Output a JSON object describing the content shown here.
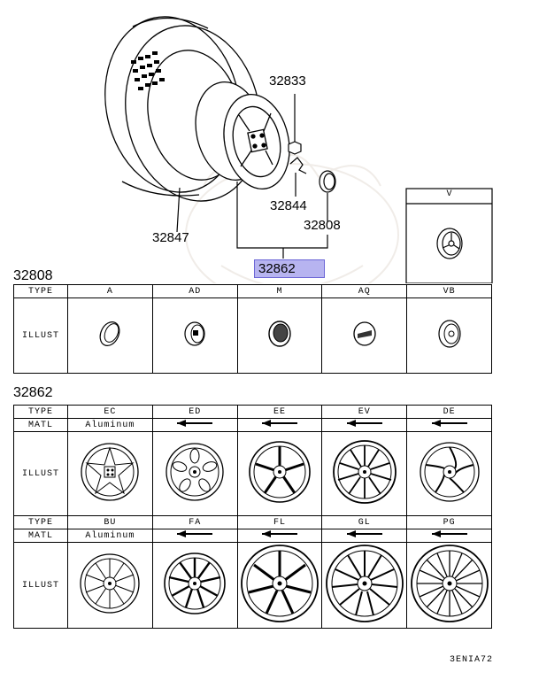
{
  "callouts": {
    "p32833": "32833",
    "p32844": "32844",
    "p32808": "32808",
    "p32847": "32847",
    "p32862": "32862"
  },
  "table_32808": {
    "section_label": "32808",
    "row_type": "TYPE",
    "row_illust": "ILLUST",
    "types": [
      "A",
      "AD",
      "M",
      "AQ",
      "VB"
    ],
    "extra_header": "V"
  },
  "table_32862": {
    "section_label": "32862",
    "row_type": "TYPE",
    "row_matl": "MATL",
    "row_illust": "ILLUST",
    "types_top": [
      "EC",
      "ED",
      "EE",
      "EV",
      "DE"
    ],
    "types_bottom": [
      "BU",
      "FA",
      "FL",
      "GL",
      "PG"
    ],
    "matl_first": "Aluminum"
  },
  "footer_code": "3ENIA72"
}
